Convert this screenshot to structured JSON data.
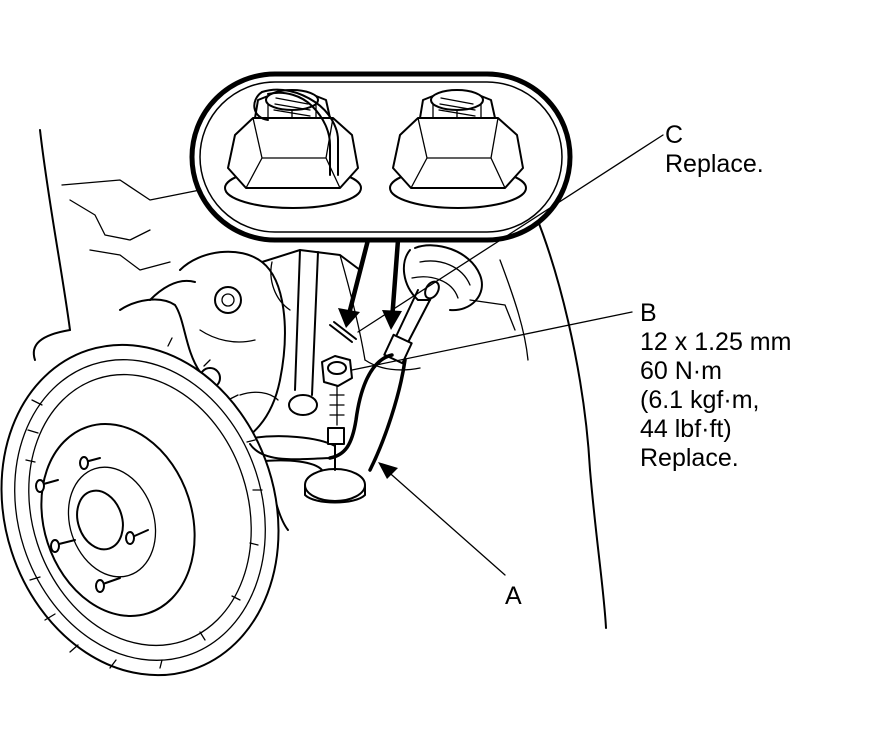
{
  "callouts": {
    "c": {
      "letter": "C",
      "lines": [
        "Replace."
      ]
    },
    "b": {
      "letter": "B",
      "lines": [
        "12 x 1.25 mm",
        "60 N·m",
        "(6.1 kgf·m,",
        "44 lbf·ft)",
        "Replace."
      ]
    },
    "a": {
      "letter": "A",
      "lines": []
    }
  }
}
